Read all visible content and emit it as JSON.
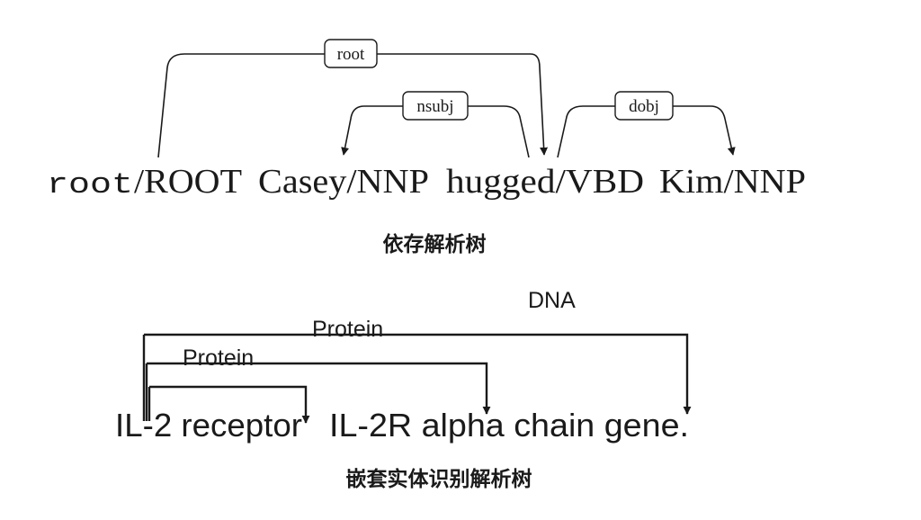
{
  "dependency_tree": {
    "tokens": [
      "root",
      "/ROOT",
      "Casey/NNP",
      "hugged/VBD",
      "Kim/NNP"
    ],
    "arcs": [
      {
        "label": "root"
      },
      {
        "label": "nsubj"
      },
      {
        "label": "dobj"
      }
    ],
    "caption": "依存解析树"
  },
  "nested_ner_tree": {
    "tokens": [
      "IL-2 receptor",
      "IL-2R alpha chain gene."
    ],
    "labels": [
      "DNA",
      "Protein",
      "Protein"
    ],
    "caption": "嵌套实体识别解析树"
  },
  "colors": {
    "ink": "#1a1a1a",
    "box_fill": "#ffffff"
  }
}
